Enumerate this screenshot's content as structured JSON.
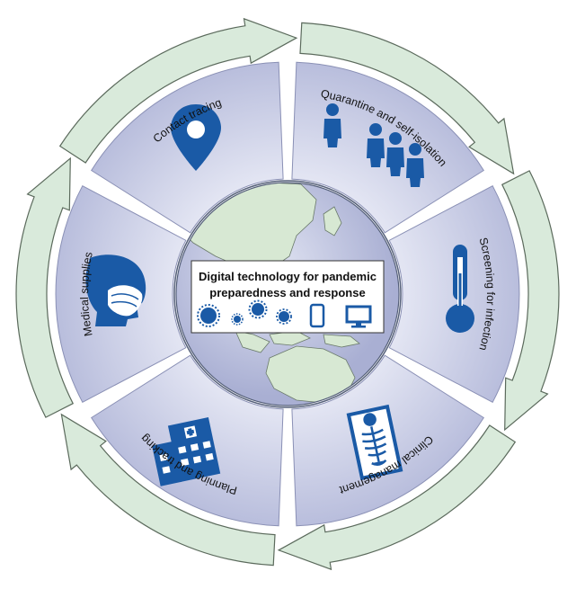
{
  "center": {
    "title_line1": "Digital technology for pandemic",
    "title_line2": "preparedness and response"
  },
  "segments": [
    {
      "key": "contact",
      "label": "Contact tracing",
      "icon": "location-pin-icon"
    },
    {
      "key": "quarantine",
      "label": "Quarantine and self-isolation",
      "icon": "people-icon"
    },
    {
      "key": "screening",
      "label": "Screening for infection",
      "icon": "thermometer-icon"
    },
    {
      "key": "clinical",
      "label": "Clinical management",
      "icon": "xray-icon"
    },
    {
      "key": "planning",
      "label": "Planning and tracking",
      "icon": "hospital-icon"
    },
    {
      "key": "supplies",
      "label": "Medical supplies",
      "icon": "face-mask-icon"
    }
  ],
  "colors": {
    "segment_fill": "#c9cde6",
    "arrow_fill": "#d9eadb",
    "arrow_stroke": "#5b6a5c",
    "icon": "#1a5aa6",
    "ocean": "#c3c8e2",
    "land": "#d7e8d3"
  }
}
